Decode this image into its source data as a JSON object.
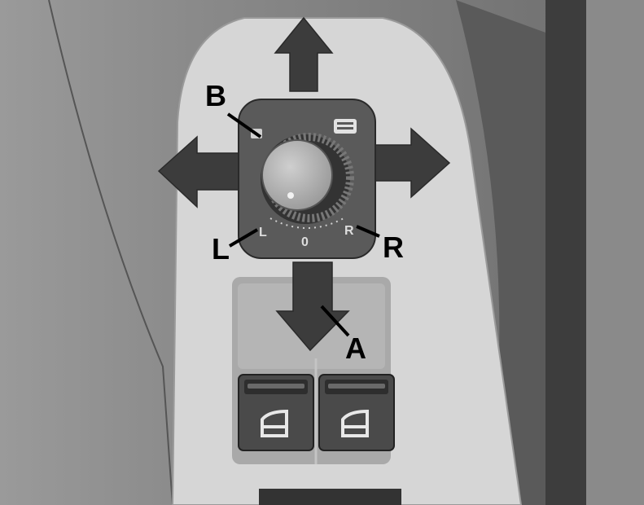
{
  "labels": {
    "a": "A",
    "b": "B",
    "l": "L",
    "r": "R"
  },
  "knob_positions": {
    "left": "L",
    "center": "0",
    "right": "R"
  },
  "icons": {
    "arrow_up": "arrow-up-icon",
    "arrow_down": "arrow-down-icon",
    "arrow_left": "arrow-left-icon",
    "arrow_right": "arrow-right-icon",
    "window_left": "window-icon",
    "window_right": "window-icon"
  },
  "colors": {
    "background": "#8e8e8e",
    "panel": "#d6d6d6",
    "arrow": "#3c3c3c",
    "switch": "#4a4a4a",
    "knob": "#b4b4b4"
  }
}
